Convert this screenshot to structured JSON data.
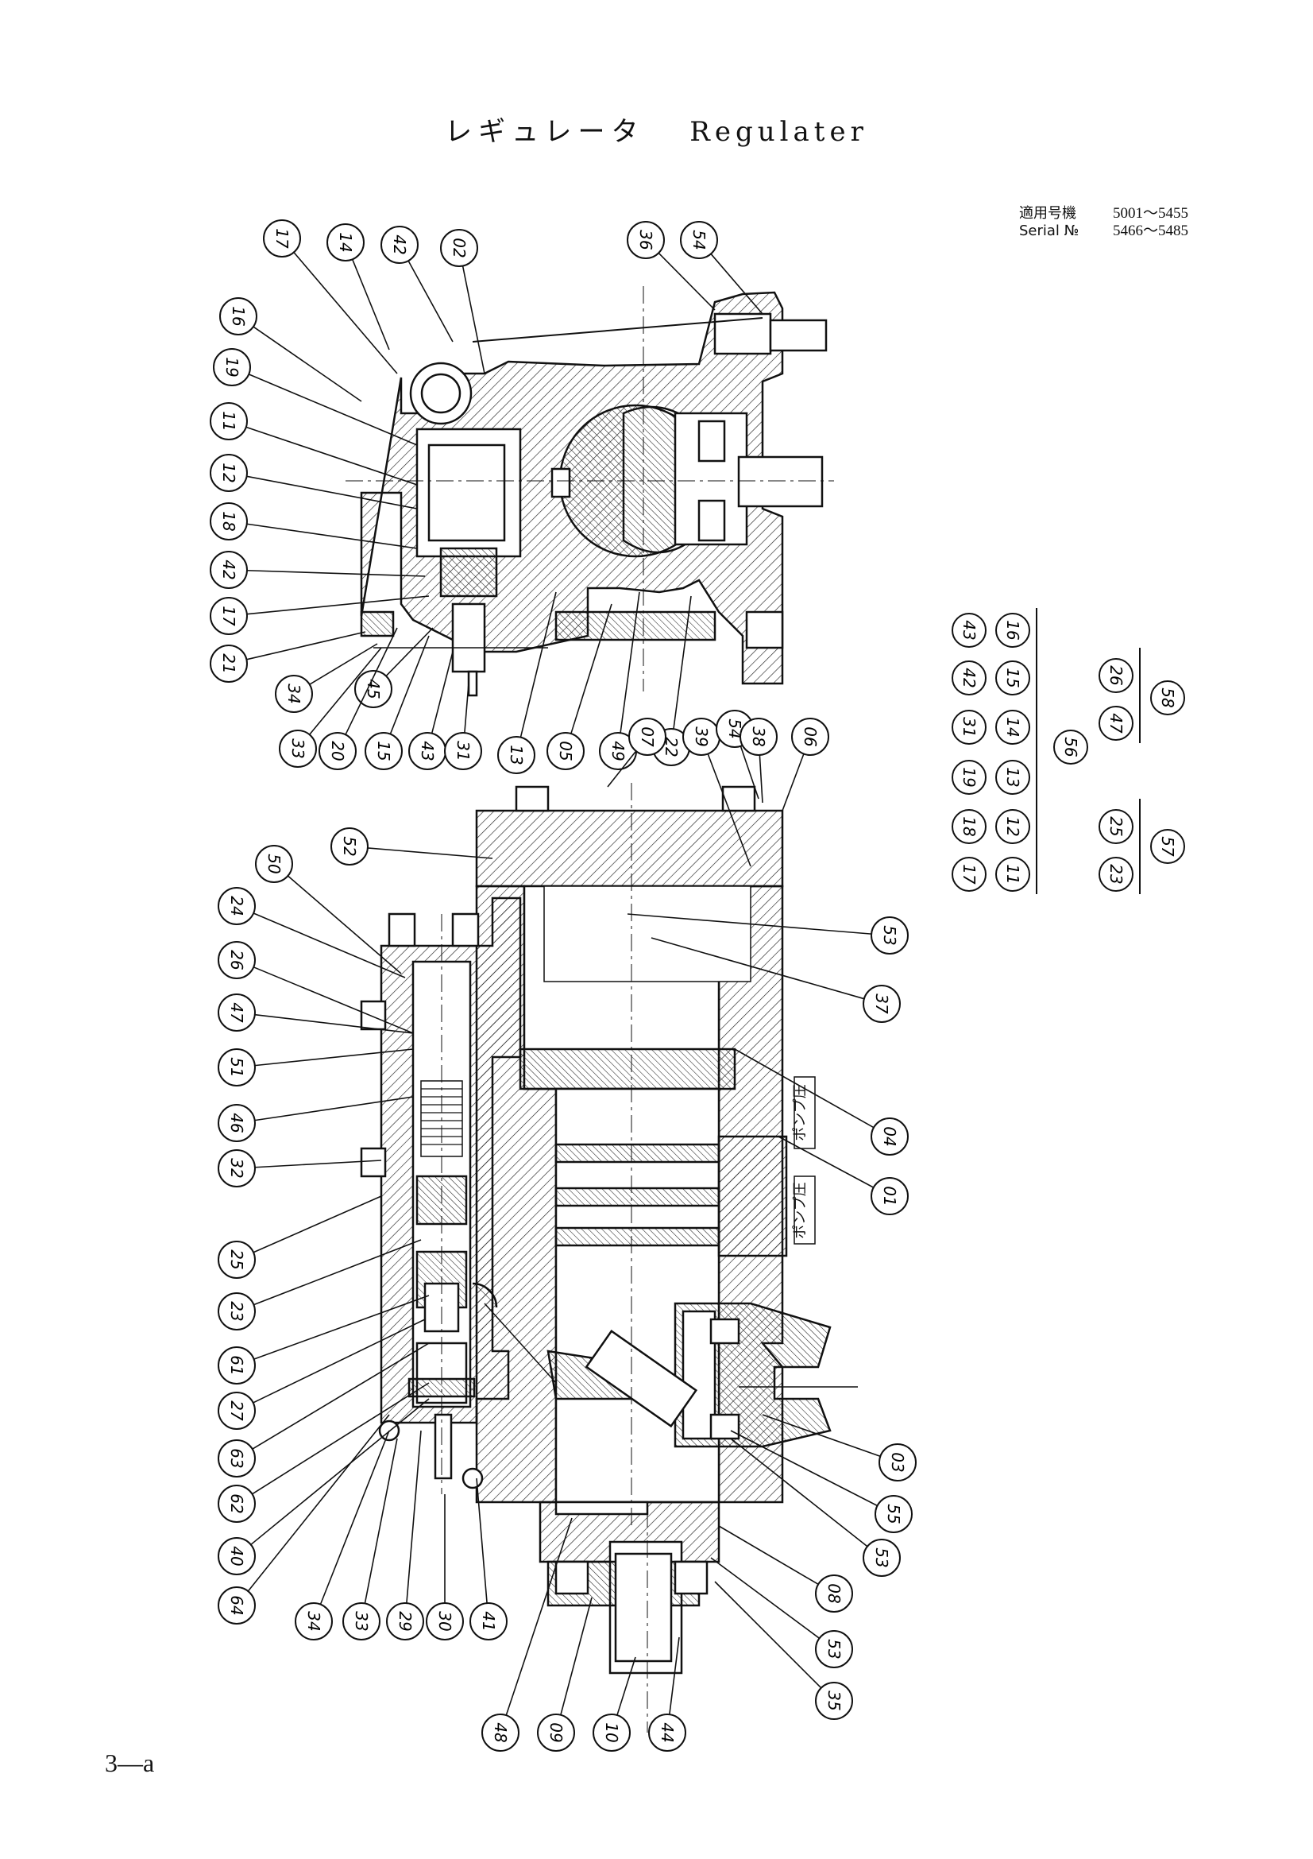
{
  "title": {
    "japanese": "レギュレータ",
    "english": "Regulater"
  },
  "serial": {
    "label_jp": "適用号機",
    "label_en": "Serial №",
    "range_1": "5001〜5455",
    "range_2": "5466〜5485"
  },
  "page_number": "3—a",
  "pressure_labels": {
    "a": "ポンプ圧",
    "b": "ポンプ圧"
  },
  "callouts_upper": [
    {
      "id": "upper-17a",
      "label": "17"
    },
    {
      "id": "upper-14",
      "label": "14"
    },
    {
      "id": "upper-42a",
      "label": "42"
    },
    {
      "id": "upper-02",
      "label": "02"
    },
    {
      "id": "upper-36",
      "label": "36"
    },
    {
      "id": "upper-54",
      "label": "54"
    },
    {
      "id": "upper-16",
      "label": "16"
    },
    {
      "id": "upper-19",
      "label": "19"
    },
    {
      "id": "upper-11",
      "label": "11"
    },
    {
      "id": "upper-12",
      "label": "12"
    },
    {
      "id": "upper-18",
      "label": "18"
    },
    {
      "id": "upper-42b",
      "label": "42"
    },
    {
      "id": "upper-17b",
      "label": "17"
    },
    {
      "id": "upper-21",
      "label": "21"
    },
    {
      "id": "upper-34",
      "label": "34"
    },
    {
      "id": "upper-45",
      "label": "45"
    },
    {
      "id": "upper-33",
      "label": "33"
    },
    {
      "id": "upper-20",
      "label": "20"
    },
    {
      "id": "upper-15",
      "label": "15"
    },
    {
      "id": "upper-43",
      "label": "43"
    },
    {
      "id": "upper-31",
      "label": "31"
    },
    {
      "id": "upper-13",
      "label": "13"
    },
    {
      "id": "upper-05",
      "label": "05"
    },
    {
      "id": "upper-49",
      "label": "49"
    },
    {
      "id": "upper-22",
      "label": "22"
    }
  ],
  "callouts_lower": [
    {
      "id": "lower-07",
      "label": "07"
    },
    {
      "id": "lower-39",
      "label": "39"
    },
    {
      "id": "lower-54",
      "label": "54"
    },
    {
      "id": "lower-38",
      "label": "38"
    },
    {
      "id": "lower-06",
      "label": "06"
    },
    {
      "id": "lower-52",
      "label": "52"
    },
    {
      "id": "lower-50",
      "label": "50"
    },
    {
      "id": "lower-24",
      "label": "24"
    },
    {
      "id": "lower-26",
      "label": "26"
    },
    {
      "id": "lower-47",
      "label": "47"
    },
    {
      "id": "lower-51",
      "label": "51"
    },
    {
      "id": "lower-46",
      "label": "46"
    },
    {
      "id": "lower-32",
      "label": "32"
    },
    {
      "id": "lower-25",
      "label": "25"
    },
    {
      "id": "lower-23",
      "label": "23"
    },
    {
      "id": "lower-61",
      "label": "61"
    },
    {
      "id": "lower-27",
      "label": "27"
    },
    {
      "id": "lower-63",
      "label": "63"
    },
    {
      "id": "lower-62",
      "label": "62"
    },
    {
      "id": "lower-40",
      "label": "40"
    },
    {
      "id": "lower-64",
      "label": "64"
    },
    {
      "id": "lower-34",
      "label": "34"
    },
    {
      "id": "lower-33",
      "label": "33"
    },
    {
      "id": "lower-29",
      "label": "29"
    },
    {
      "id": "lower-30",
      "label": "30"
    },
    {
      "id": "lower-41",
      "label": "41"
    },
    {
      "id": "lower-53a",
      "label": "53"
    },
    {
      "id": "lower-37",
      "label": "37"
    },
    {
      "id": "lower-04",
      "label": "04"
    },
    {
      "id": "lower-01",
      "label": "01"
    },
    {
      "id": "lower-03",
      "label": "03"
    },
    {
      "id": "lower-55",
      "label": "55"
    },
    {
      "id": "lower-53b",
      "label": "53"
    },
    {
      "id": "lower-08",
      "label": "08"
    },
    {
      "id": "lower-53c",
      "label": "53"
    },
    {
      "id": "lower-35",
      "label": "35"
    },
    {
      "id": "lower-48",
      "label": "48"
    },
    {
      "id": "lower-09",
      "label": "09"
    },
    {
      "id": "lower-10",
      "label": "10"
    },
    {
      "id": "lower-44",
      "label": "44"
    }
  ],
  "group_table": {
    "col_a": [
      {
        "top": "16",
        "bottom": "43"
      },
      {
        "top": "15",
        "bottom": "42"
      },
      {
        "top": "14",
        "bottom": "31"
      },
      {
        "top": "13",
        "bottom": "19"
      },
      {
        "top": "12",
        "bottom": "18"
      },
      {
        "top": "11",
        "bottom": "17"
      }
    ],
    "group_56": "56",
    "col_b": [
      {
        "top": "26",
        "bottom": "47"
      },
      {
        "top": "25",
        "bottom": "23"
      }
    ],
    "group_58": "58",
    "group_57": "57"
  }
}
